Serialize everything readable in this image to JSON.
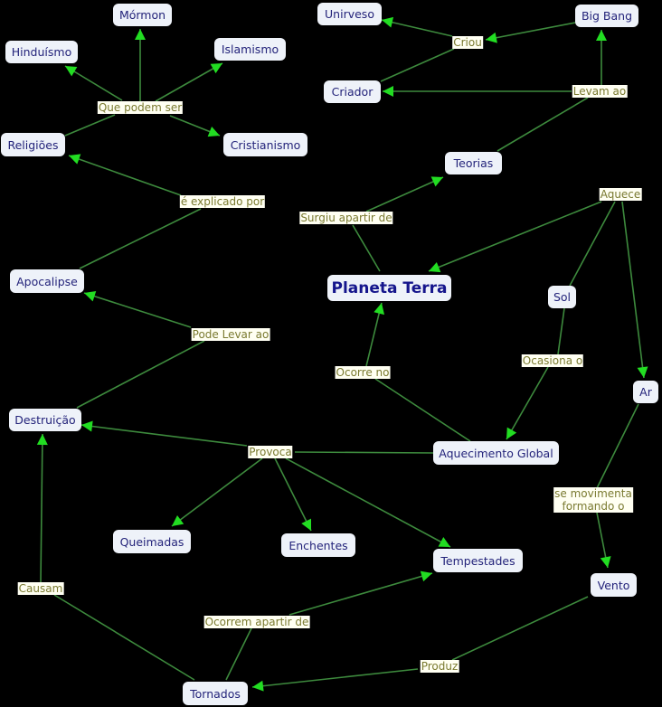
{
  "concepts": {
    "mormon": "Mórmon",
    "hinduismo": "Hinduísmo",
    "islamismo": "Islamismo",
    "religioes": "Religiões",
    "cristianismo": "Cristianismo",
    "unirveso": "Unirveso",
    "big_bang": "Big Bang",
    "criador": "Criador",
    "teorias": "Teorias",
    "apocalipse": "Apocalipse",
    "planeta_terra": "Planeta Terra",
    "sol": "Sol",
    "ar": "Ar",
    "destruicao": "Destruição",
    "aquecimento_global": "Aquecimento Global",
    "queimadas": "Queimadas",
    "enchentes": "Enchentes",
    "tempestades": "Tempestades",
    "vento": "Vento",
    "tornados": "Tornados"
  },
  "links": {
    "que_podem_ser": "Que podem ser",
    "e_explicado_por": "é explicado por",
    "pode_levar_ao": "Pode Levar ao",
    "surgiu_apartir_de": "Surgiu apartir de",
    "criou": "Criou",
    "levam_ao": "Levam ao",
    "aquece": "Aquece",
    "ocorre_no": "Ocorre no",
    "ocasiona_o": "Ocasiona o",
    "provoca": "Provoca",
    "se_movimenta_1": "se movimenta",
    "se_movimenta_2": "formando o",
    "causam": "Causam",
    "ocorrem_apartir_de": "Ocorrem apartir de",
    "produz": "Produz"
  },
  "colors": {
    "line": "#3d8a3d",
    "arrow": "#22dd22",
    "node_bg": "#eef2f9",
    "node_text": "#23237a",
    "label_bg": "#fffff2",
    "label_text": "#7a7a30"
  }
}
